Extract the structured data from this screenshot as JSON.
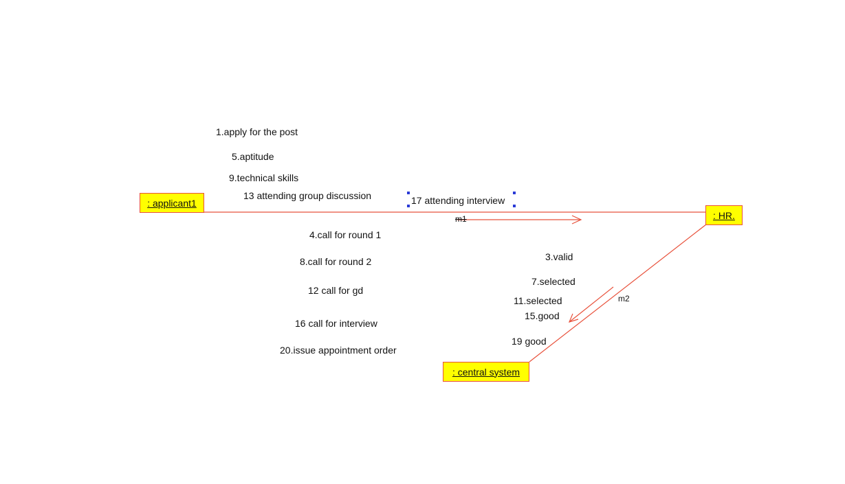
{
  "objects": {
    "applicant": ": applicant1",
    "hr": ": HR.",
    "central": ": central system"
  },
  "links": {
    "m1": "m1",
    "m2": "m2"
  },
  "messages": {
    "m1": [
      "1.apply for the post",
      "5.aptitude",
      "9.technical skills",
      "13 attending group discussion",
      "17 attending interview"
    ],
    "reply": [
      "4.call for round 1",
      "8.call for round 2",
      "12 call for gd",
      "16 call for interview",
      "20.issue appointment order"
    ],
    "m2": [
      "3.valid",
      "7.selected",
      "11.selected",
      "15.good",
      "19 good"
    ]
  },
  "colors": {
    "object_fill": "#ffff00",
    "link": "#e8503a",
    "selection_handle": "#2a3ad6"
  }
}
